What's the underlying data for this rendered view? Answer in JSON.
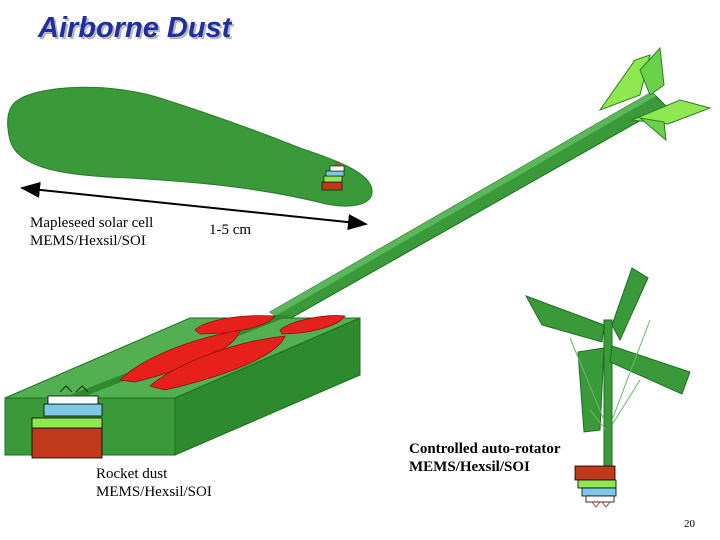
{
  "slide": {
    "title": "Airborne Dust",
    "page_number": "20"
  },
  "labels": {
    "mapleseed_line1": "Mapleseed solar cell",
    "mapleseed_line2": "MEMS/Hexsil/SOI",
    "dimension": "1-5 cm",
    "rocket_line1": "Rocket dust",
    "rocket_line2": "MEMS/Hexsil/SOI",
    "autorotator_line1": "Controlled auto-rotator",
    "autorotator_line2": "MEMS/Hexsil/SOI"
  },
  "colors": {
    "title": "#1f2fa0",
    "green": "#3a9a3a",
    "light_green": "#8fe84f",
    "red": "#e8201c",
    "chip_blue": "#7ec8e8",
    "chip_brown": "#c0391b"
  }
}
